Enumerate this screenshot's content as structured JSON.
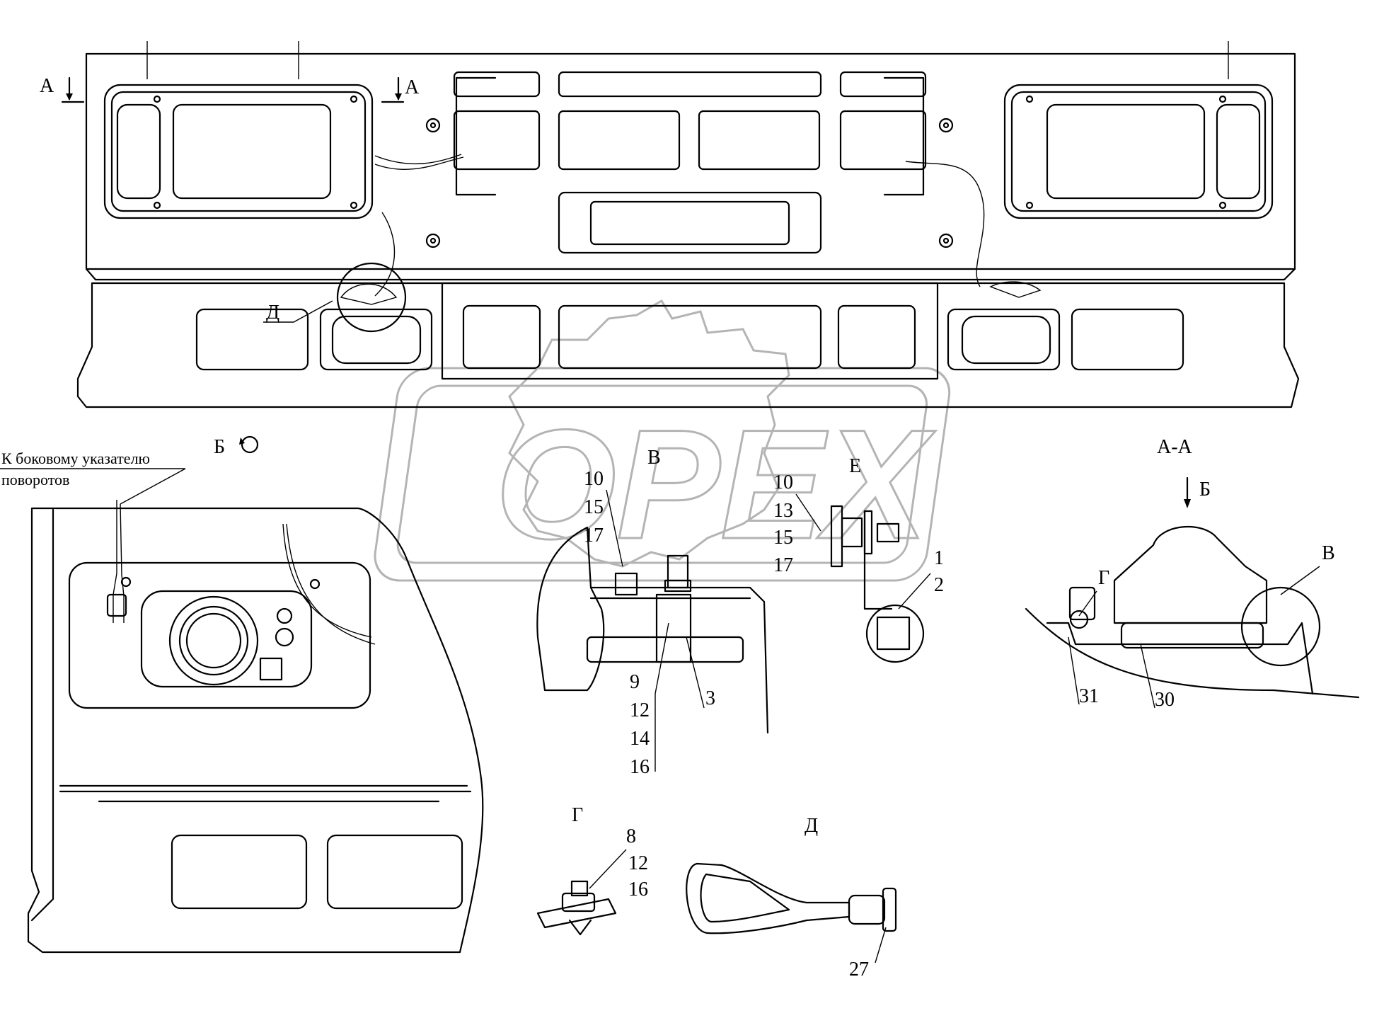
{
  "labels": {
    "section_a_left": "А",
    "section_a_right": "А",
    "view_b": "Б",
    "view_v": "В",
    "view_v_aa": "В",
    "view_e": "Е",
    "view_g": "Г",
    "view_g_aa": "Г",
    "view_d": "Д",
    "view_d_main": "Д",
    "section_aa": "А-А",
    "arrow_b": "Б"
  },
  "note": {
    "line1": "К боковому указателю",
    "line2": "поворотов"
  },
  "callouts": {
    "v_10": "10",
    "v_15": "15",
    "v_17": "17",
    "v_9": "9",
    "v_12": "12",
    "v_14": "14",
    "v_16": "16",
    "v_3": "3",
    "e_10": "10",
    "e_13": "13",
    "e_15": "15",
    "e_17": "17",
    "p_1": "1",
    "p_2": "2",
    "aa_31": "31",
    "aa_30": "30",
    "g_8": "8",
    "g_12": "12",
    "g_16": "16",
    "d_27": "27"
  },
  "watermark": {
    "text": "OPEX",
    "color": "#b4b4b4"
  }
}
